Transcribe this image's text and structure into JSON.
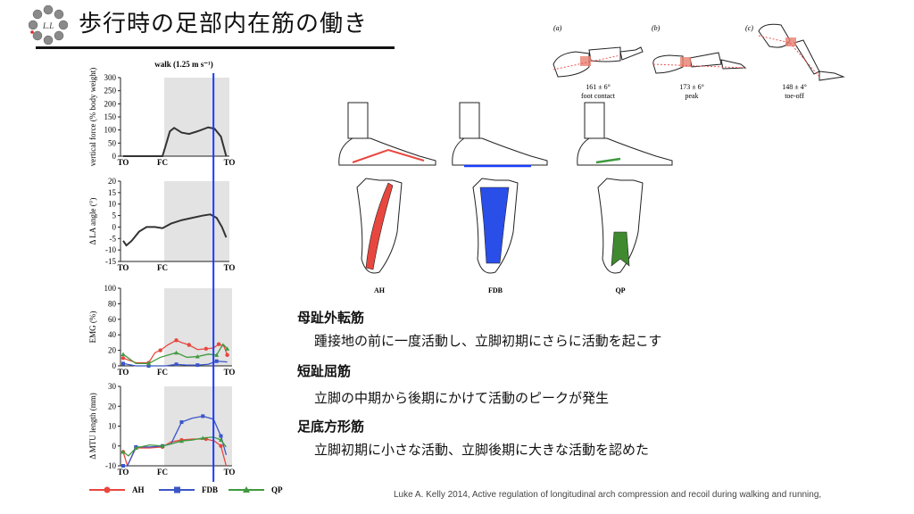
{
  "slide": {
    "title": "歩行時の足部内在筋の働き",
    "logo_text": "L.L",
    "citation": "Luke A. Kelly 2014, Active regulation of longitudinal arch compression and recoil during walking and running,"
  },
  "muscles": [
    {
      "heading": "母趾外転筋",
      "description": "踵接地の前に一度活動し、立脚初期にさらに活動を起こす"
    },
    {
      "heading": "短趾屈筋",
      "description": "立脚の中期から後期にかけて活動のピークが発生"
    },
    {
      "heading": "足底方形筋",
      "description": "立脚初期に小さな活動、立脚後期に大きな活動を認めた"
    }
  ],
  "arch_figures": [
    {
      "tag": "(a)",
      "angle": "161 ± 6°",
      "phase": "foot contact"
    },
    {
      "tag": "(b)",
      "angle": "173 ± 6°",
      "phase": "peak"
    },
    {
      "tag": "(c)",
      "angle": "148 ± 4°",
      "phase": "toe-off"
    }
  ],
  "foot_labels": [
    "AH",
    "FDB",
    "QP"
  ],
  "colors": {
    "AH": "#e8473f",
    "FDB": "#3a56c8",
    "QP": "#3f9a3f",
    "marker": "#1a3cff",
    "shade": "#e3e3e3"
  },
  "chart_data": [
    {
      "type": "line",
      "title": "walk (1.25 m s⁻¹)",
      "ylabel": "vertical force (% body weight)",
      "ylim": [
        0,
        300
      ],
      "yticks": [
        0,
        50,
        100,
        150,
        200,
        250,
        300
      ],
      "xticks": [
        "TO",
        "FC",
        "TO"
      ],
      "series": [
        {
          "name": "force",
          "points": [
            [
              0,
              0
            ],
            [
              37,
              0
            ],
            [
              40,
              40
            ],
            [
              44,
              95
            ],
            [
              48,
              108
            ],
            [
              55,
              90
            ],
            [
              62,
              85
            ],
            [
              70,
              95
            ],
            [
              80,
              110
            ],
            [
              86,
              105
            ],
            [
              92,
              75
            ],
            [
              97,
              0
            ]
          ]
        }
      ]
    },
    {
      "type": "line",
      "title": "",
      "ylabel": "Δ LA angle (°)",
      "ylim": [
        -15,
        20
      ],
      "yticks": [
        -15,
        -10,
        -5,
        0,
        5,
        10,
        15,
        20
      ],
      "xticks": [
        "TO",
        "FC",
        "TO"
      ],
      "series": [
        {
          "name": "angle",
          "points": [
            [
              0,
              -6
            ],
            [
              3,
              -8
            ],
            [
              8,
              -6
            ],
            [
              15,
              -2
            ],
            [
              22,
              0
            ],
            [
              30,
              0
            ],
            [
              37,
              -0.5
            ],
            [
              45,
              1.5
            ],
            [
              55,
              3
            ],
            [
              65,
              4
            ],
            [
              75,
              5
            ],
            [
              82,
              5.5
            ],
            [
              88,
              4
            ],
            [
              93,
              0
            ],
            [
              97,
              -4.5
            ]
          ]
        }
      ]
    },
    {
      "type": "line",
      "title": "",
      "ylabel": "EMG (%)",
      "ylim": [
        0,
        100
      ],
      "yticks": [
        0,
        20,
        40,
        60,
        80,
        100
      ],
      "xticks": [
        "TO",
        "FC",
        "TO"
      ],
      "series": [
        {
          "name": "AH",
          "points": [
            [
              0,
              10
            ],
            [
              12,
              4
            ],
            [
              24,
              4
            ],
            [
              30,
              17
            ],
            [
              35,
              20
            ],
            [
              42,
              27
            ],
            [
              50,
              33
            ],
            [
              55,
              30
            ],
            [
              62,
              27
            ],
            [
              70,
              21
            ],
            [
              78,
              22
            ],
            [
              85,
              23
            ],
            [
              90,
              28
            ],
            [
              95,
              25
            ],
            [
              98,
              14
            ]
          ]
        },
        {
          "name": "FDB",
          "points": [
            [
              0,
              3
            ],
            [
              12,
              0
            ],
            [
              24,
              0
            ],
            [
              40,
              0
            ],
            [
              50,
              2
            ],
            [
              60,
              1
            ],
            [
              70,
              1
            ],
            [
              80,
              2
            ],
            [
              88,
              6
            ],
            [
              98,
              5
            ]
          ]
        },
        {
          "name": "QP",
          "points": [
            [
              0,
              15
            ],
            [
              12,
              3
            ],
            [
              24,
              3
            ],
            [
              35,
              11
            ],
            [
              50,
              17
            ],
            [
              60,
              11
            ],
            [
              70,
              12
            ],
            [
              80,
              15
            ],
            [
              88,
              14
            ],
            [
              94,
              28
            ],
            [
              98,
              22
            ]
          ]
        }
      ]
    },
    {
      "type": "line",
      "title": "",
      "ylabel": "Δ MTU length (mm)",
      "ylim": [
        -10,
        30
      ],
      "yticks": [
        -10,
        0,
        10,
        20,
        30
      ],
      "xticks": [
        "TO",
        "FC",
        "TO"
      ],
      "series": [
        {
          "name": "AH",
          "points": [
            [
              0,
              -3
            ],
            [
              4,
              -10
            ],
            [
              12,
              -1
            ],
            [
              25,
              -1
            ],
            [
              37,
              -0.5
            ],
            [
              45,
              2
            ],
            [
              55,
              3
            ],
            [
              65,
              3.5
            ],
            [
              78,
              3.5
            ],
            [
              86,
              2.5
            ],
            [
              92,
              0
            ],
            [
              97,
              -10
            ]
          ]
        },
        {
          "name": "FDB",
          "points": [
            [
              0,
              -10
            ],
            [
              4,
              -10
            ],
            [
              12,
              -0.5
            ],
            [
              25,
              -0.5
            ],
            [
              37,
              0
            ],
            [
              45,
              1
            ],
            [
              55,
              12
            ],
            [
              65,
              14
            ],
            [
              75,
              15
            ],
            [
              85,
              13.5
            ],
            [
              92,
              5
            ],
            [
              97,
              -4.5
            ]
          ]
        },
        {
          "name": "QP",
          "points": [
            [
              0,
              -3
            ],
            [
              5,
              -5
            ],
            [
              12,
              -1
            ],
            [
              25,
              0.5
            ],
            [
              37,
              0
            ],
            [
              45,
              1
            ],
            [
              55,
              2.5
            ],
            [
              65,
              3
            ],
            [
              75,
              4
            ],
            [
              85,
              4.5
            ],
            [
              92,
              3
            ],
            [
              97,
              -0.5
            ]
          ]
        }
      ]
    }
  ],
  "legend": [
    "AH",
    "FDB",
    "QP"
  ],
  "stance_shade": [
    37,
    97
  ],
  "marker_x": 85
}
